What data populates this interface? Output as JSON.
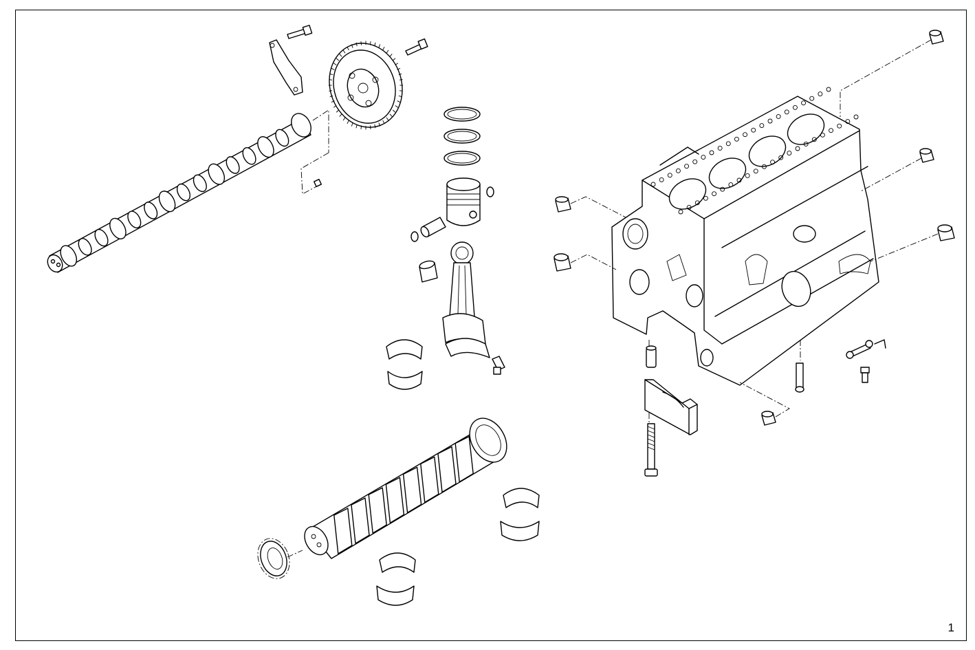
{
  "sheet": {
    "number": "1"
  },
  "parts": [
    {
      "id": "camshaft"
    },
    {
      "id": "timing-gear"
    },
    {
      "id": "cam-bolt"
    },
    {
      "id": "retainer-plate"
    },
    {
      "id": "piston-rings"
    },
    {
      "id": "piston"
    },
    {
      "id": "piston-pin"
    },
    {
      "id": "circlip"
    },
    {
      "id": "connecting-rod"
    },
    {
      "id": "rod-bearing"
    },
    {
      "id": "crankshaft"
    },
    {
      "id": "main-bearing"
    },
    {
      "id": "crank-gear"
    },
    {
      "id": "engine-block"
    },
    {
      "id": "main-bearing-cap"
    },
    {
      "id": "core-plug"
    },
    {
      "id": "cap-bolt"
    }
  ],
  "colors": {
    "line": "#000000",
    "paper": "#ffffff"
  }
}
